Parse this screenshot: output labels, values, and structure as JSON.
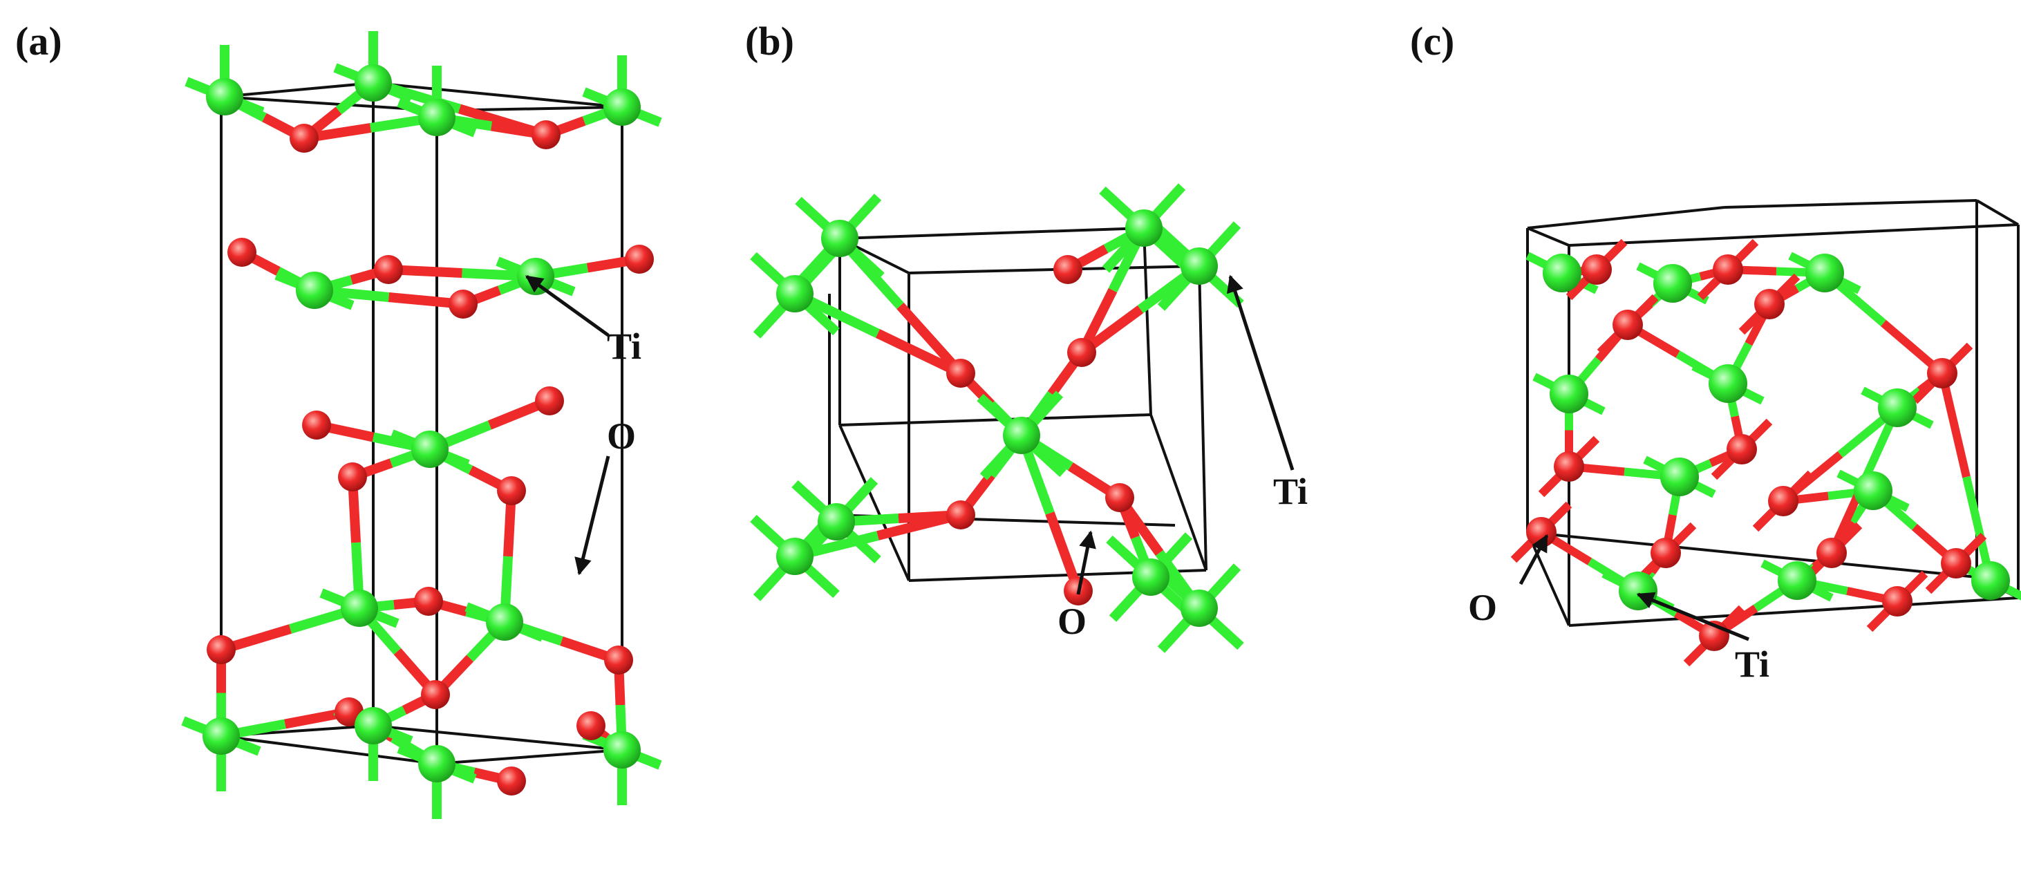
{
  "colors": {
    "titanium": "#33ee33",
    "oxygen": "#ee2a2a",
    "edge": "#111111"
  },
  "panels": [
    {
      "label": "(a)",
      "ti_label": "Ti",
      "o_label": "O"
    },
    {
      "label": "(b)",
      "ti_label": "Ti",
      "o_label": "O"
    },
    {
      "label": "(c)",
      "ti_label": "Ti",
      "o_label": "O"
    }
  ]
}
